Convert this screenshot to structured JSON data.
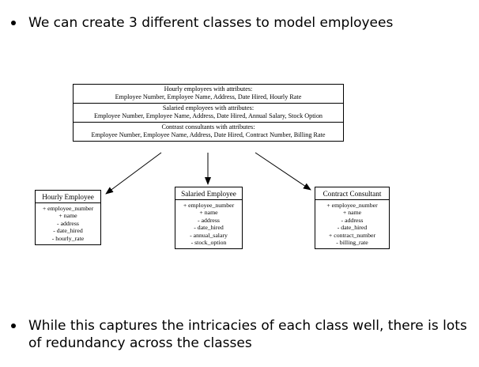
{
  "bullets": {
    "top": "We can create 3 different classes to model employees",
    "bottom": "While this captures the intricacies of each class well, there is lots of redundancy across the classes"
  },
  "summary": {
    "sections": [
      {
        "title": "Hourly employees with attributes:",
        "detail": "Employee Number, Employee Name, Address, Date Hired, Hourly Rate"
      },
      {
        "title": "Salaried employees with attributes:",
        "detail": "Employee Number, Employee Name, Address, Date Hired, Annual Salary, Stock Option"
      },
      {
        "title": "Contrast consultants with attributes:",
        "detail": "Employee Number, Employee Name, Address, Date Hired, Contract Number, Billing Rate"
      }
    ]
  },
  "classes": [
    {
      "name": "Hourly Employee",
      "attributes": [
        "+ employee_number",
        "+ name",
        "- address",
        "- date_hired",
        "- hourly_rate"
      ]
    },
    {
      "name": "Salaried Employee",
      "attributes": [
        "+ employee_number",
        "+ name",
        "- address",
        "- date_hired",
        "- annual_salary",
        "- stock_option"
      ]
    },
    {
      "name": "Contract Consultant",
      "attributes": [
        "+ employee_number",
        "+ name",
        "- address",
        "- date_hired",
        "+ contract_number",
        "- billing_rate"
      ]
    }
  ],
  "colors": {
    "text": "#000000",
    "background": "#ffffff",
    "line": "#000000"
  }
}
